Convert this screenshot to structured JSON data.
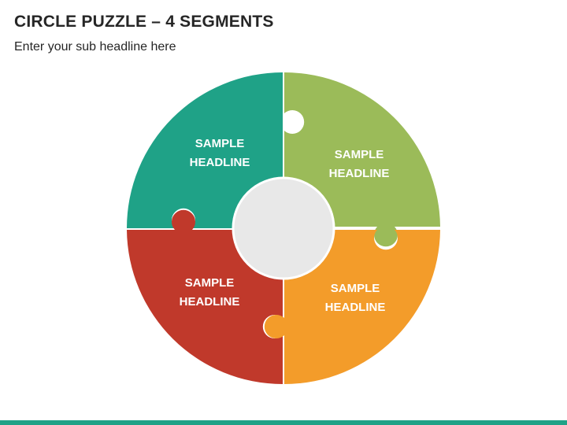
{
  "header": {
    "title": "CIRCLE PUZZLE – 4 SEGMENTS",
    "subtitle": "Enter your sub headline here"
  },
  "segments": [
    {
      "id": "top-left",
      "color": "#1fa287",
      "line1": "SAMPLE",
      "line2": "HEADLINE"
    },
    {
      "id": "top-right",
      "color": "#9bbb59",
      "line1": "SAMPLE",
      "line2": "HEADLINE"
    },
    {
      "id": "bottom-left",
      "color": "#c0392b",
      "line1": "SAMPLE",
      "line2": "HEADLINE"
    },
    {
      "id": "bottom-right",
      "color": "#f39c2a",
      "line1": "SAMPLE",
      "line2": "HEADLINE"
    }
  ],
  "center_color": "#e8e8e8",
  "footer_color": "#1fa287"
}
